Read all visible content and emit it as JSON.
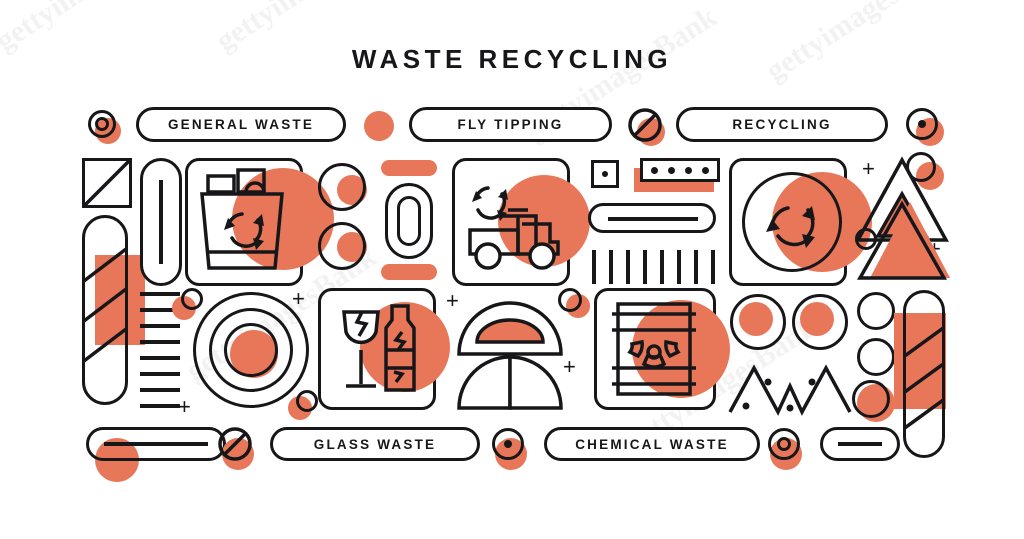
{
  "poster": {
    "title": "WASTE RECYCLING",
    "background_color": "#FFFFFF",
    "ink_color": "#17171A",
    "accent_color": "#E8775A"
  },
  "labels_top": [
    {
      "text": "GENERAL WASTE",
      "name": "general-waste"
    },
    {
      "text": "FLY TIPPING",
      "name": "fly-tipping"
    },
    {
      "text": "RECYCLING",
      "name": "recycling"
    }
  ],
  "labels_bottom": [
    {
      "text": "GLASS WASTE",
      "name": "glass-waste"
    },
    {
      "text": "CHEMICAL WASTE",
      "name": "chemical-waste"
    }
  ],
  "icons": {
    "recycle_bin": "recycle-bin-icon",
    "garbage_truck": "garbage-truck-icon",
    "recycle_arrows": "recycle-arrows-icon",
    "broken_glass": "broken-glass-bottle-icon",
    "radioactive_barrel": "radioactive-barrel-icon",
    "no_entry": "no-entry-slash-icon",
    "target": "concentric-target-icon",
    "warning_triangle": "warning-triangle-icon",
    "arch": "arch-dome-icon",
    "zigzag": "zigzag-icon"
  },
  "decor": {
    "dot_bar_count": 4,
    "hatch_lines": 8,
    "tick_lines": 8,
    "vertical_strokes": 9
  },
  "watermarks": [
    "gettyimagesBank",
    "gettyimagesBank",
    "gettyimagesBank",
    "gettyimagesBank",
    "gettyimagesBank",
    "gettyimagesBank"
  ]
}
